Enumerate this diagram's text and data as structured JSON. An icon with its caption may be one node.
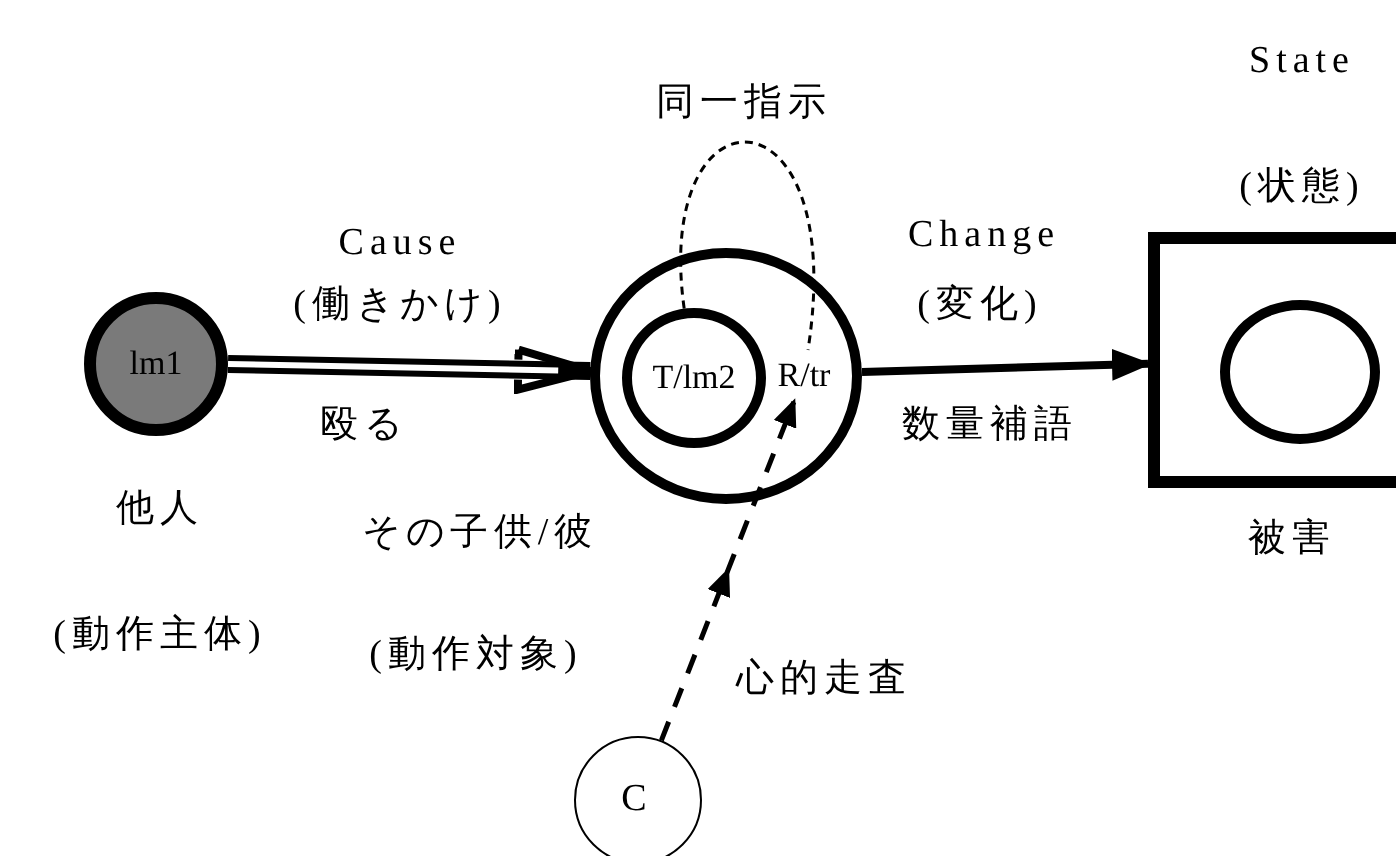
{
  "diagram": {
    "nodes": [
      {
        "text": [
          "lm1"
        ],
        "beside": [
          "他人",
          "(動作主体)"
        ]
      },
      {
        "text": [],
        "shape": "circle",
        "beside": [
          "その子供/彼",
          "(動作対象)"
        ]
      },
      {
        "text": [
          "T/lm2"
        ],
        "in": 1
      },
      {
        "text": [
          "R/tr"
        ],
        "in": 1
      },
      {
        "text": [
          "State",
          "(状態)"
        ],
        "beside": [
          "被害"
        ]
      },
      {
        "text": [],
        "shape": "circle",
        "in": 4
      },
      {
        "text": [
          "C"
        ]
      }
    ],
    "edges": [
      {
        "from": 0,
        "to": 1,
        "arrow": "to",
        "label": "Cause",
        "style": "thick"
      },
      {
        "from": 2,
        "to": 3,
        "arrow": "none",
        "label": "同一指示",
        "style": "dashed"
      },
      {
        "from": 1,
        "to": 4,
        "arrow": "to",
        "label": "Change"
      },
      {
        "from": 6,
        "to": 3,
        "arrow": "to",
        "label": "心的走査",
        "style": "dashed"
      }
    ],
    "labels": [
      "(働きかけ)",
      "殴る",
      "(変化)",
      "数量補語"
    ]
  }
}
